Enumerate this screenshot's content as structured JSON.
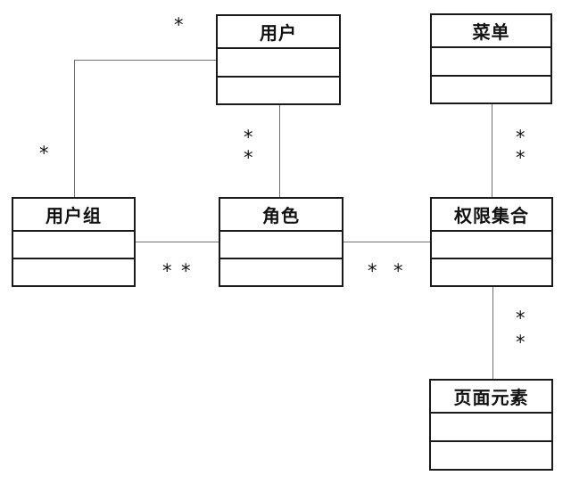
{
  "diagram": {
    "type": "uml-class-diagram",
    "background_color": "#ffffff",
    "box_border_color": "#1a1a1a",
    "connector_color": "#707070",
    "text_color": "#111111",
    "classes": [
      {
        "id": "user",
        "title": "用户",
        "attributes": [],
        "methods": []
      },
      {
        "id": "menu",
        "title": "菜单",
        "attributes": [],
        "methods": []
      },
      {
        "id": "user-group",
        "title": "用户组",
        "attributes": [],
        "methods": []
      },
      {
        "id": "role",
        "title": "角色",
        "attributes": [],
        "methods": []
      },
      {
        "id": "permission-set",
        "title": "权限集合",
        "attributes": [],
        "methods": []
      },
      {
        "id": "page-element",
        "title": "页面元素",
        "attributes": [],
        "methods": []
      }
    ],
    "associations": [
      {
        "id": "user-usergroup",
        "end1": "用户",
        "end2": "用户组",
        "end1_multiplicity": "*",
        "end2_multiplicity": "*",
        "shape": "elbow"
      },
      {
        "id": "user-role",
        "end1": "用户",
        "end2": "角色",
        "end1_multiplicity": "*",
        "end2_multiplicity": "*",
        "shape": "vertical"
      },
      {
        "id": "menu-permissionset",
        "end1": "菜单",
        "end2": "权限集合",
        "end1_multiplicity": "*",
        "end2_multiplicity": "*",
        "shape": "vertical"
      },
      {
        "id": "usergroup-role",
        "end1": "用户组",
        "end2": "角色",
        "end1_multiplicity": "*",
        "end2_multiplicity": "*",
        "shape": "horizontal"
      },
      {
        "id": "role-permissionset",
        "end1": "角色",
        "end2": "权限集合",
        "end1_multiplicity": "*",
        "end2_multiplicity": "*",
        "shape": "horizontal"
      },
      {
        "id": "permissionset-pageelement",
        "end1": "权限集合",
        "end2": "页面元素",
        "end1_multiplicity": "*",
        "end2_multiplicity": "*",
        "shape": "vertical"
      }
    ]
  }
}
